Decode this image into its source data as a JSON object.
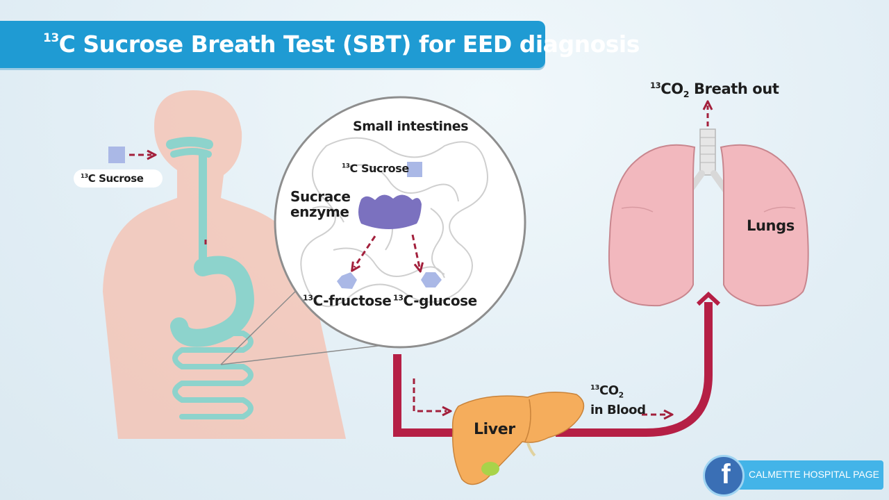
{
  "title": {
    "sup": "13",
    "text": "C Sucrose Breath Test (SBT) for EED diagnosis"
  },
  "labels": {
    "input_sucrose": {
      "sup": "13",
      "text": "C Sucrose"
    },
    "small_intestines": "Small intestines",
    "inner_sucrose": {
      "sup": "13",
      "text": "C Sucrose"
    },
    "enzyme_line1": "Sucrace",
    "enzyme_line2": "enzyme",
    "fructose": {
      "sup": "13",
      "text": "C-fructose"
    },
    "glucose": {
      "sup": "13",
      "text": "C-glucose"
    },
    "liver": "Liver",
    "blood_co2": {
      "sup": "13",
      "main": "CO",
      "sub": "2"
    },
    "blood_text": "in Blood",
    "breath": {
      "sup": "13",
      "main": "CO",
      "sub": "2",
      "rest": " Breath out"
    },
    "lungs": "Lungs"
  },
  "badge": {
    "icon": "facebook-icon",
    "f": "f",
    "text": "CALMETTE HOSPITAL PAGE"
  },
  "colors": {
    "title_bar": "#1f9bd3",
    "body": "#f6bfae",
    "gut": "#8dd3cc",
    "pathway": "#b51f45",
    "arrow": "#a3203c",
    "lungs": "#f2b8be",
    "liver": "#f5ad5c",
    "enzyme": "#7b71bf",
    "molecule": "#aab8e6"
  }
}
